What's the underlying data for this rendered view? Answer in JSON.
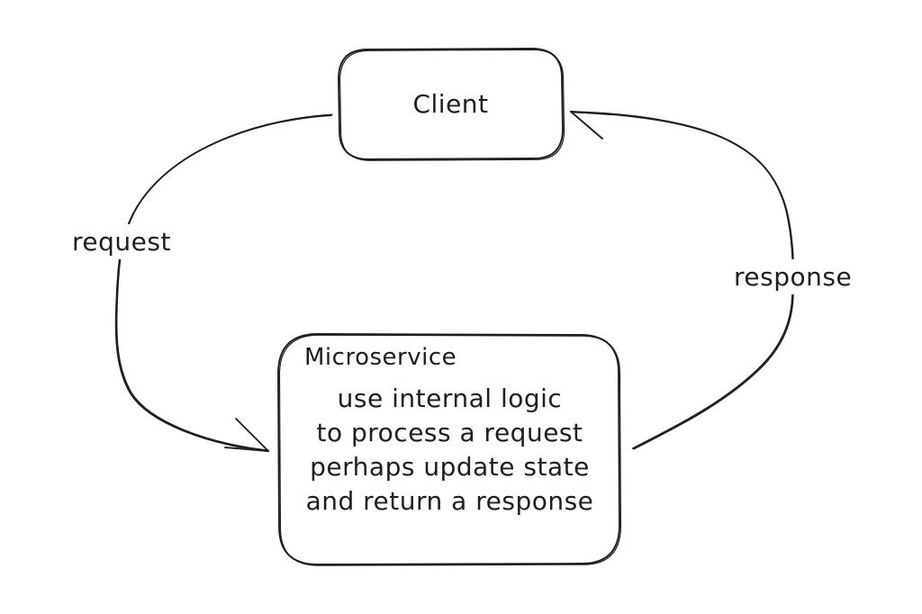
{
  "diagram": {
    "background_color": "#ffffff",
    "stroke_color": "#1e1e1e",
    "nodes": {
      "client": {
        "label": "Client"
      },
      "microservice": {
        "title": "Microservice",
        "description_lines": [
          "use internal logic",
          "to process a request",
          "perhaps update state",
          "and return a response"
        ]
      }
    },
    "edges": {
      "request": {
        "label": "request",
        "from": "Client",
        "to": "Microservice"
      },
      "response": {
        "label": "response",
        "from": "Microservice",
        "to": "Client"
      }
    }
  }
}
